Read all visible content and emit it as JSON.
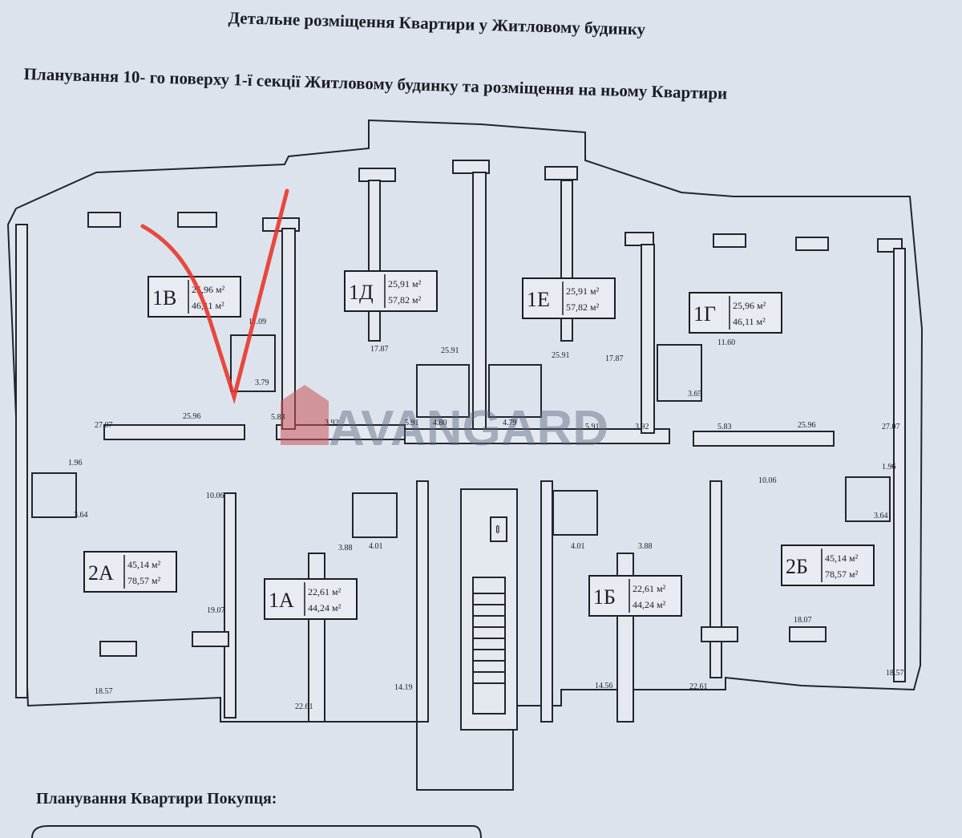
{
  "document": {
    "title": "Детальне розміщення Квартири у Житловому будинку",
    "subtitle": "Планування 10- го поверху 1-ї секції Житловому будинку та розміщення на ньому Квартири",
    "bottom_heading": "Планування Квартири Покупця:",
    "watermark": "AVANGARD"
  },
  "apartments": [
    {
      "name": "1В",
      "living": "25,96 м²",
      "total": "46,11 м²",
      "marked": true
    },
    {
      "name": "1Д",
      "living": "25,91 м²",
      "total": "57,82 м²"
    },
    {
      "name": "1Е",
      "living": "25,91 м²",
      "total": "57,82 м²"
    },
    {
      "name": "1Г",
      "living": "25,96 м²",
      "total": "46,11 м²"
    },
    {
      "name": "2А",
      "living": "45,14 м²",
      "total": "78,57 м²"
    },
    {
      "name": "1А",
      "living": "22,61 м²",
      "total": "44,24 м²"
    },
    {
      "name": "1Б",
      "living": "22,61 м²",
      "total": "44,24 м²"
    },
    {
      "name": "2Б",
      "living": "45,14 м²",
      "total": "78,57 м²"
    }
  ],
  "room_areas": [
    "11.09",
    "3.79",
    "27.07",
    "25.96",
    "5.83",
    "3.92",
    "17.87",
    "25.91",
    "5.91",
    "4.80",
    "4.79",
    "25.91",
    "17.87",
    "5.91",
    "3.92",
    "11.60",
    "3.65",
    "5.83",
    "25.96",
    "27.07",
    "1.96",
    "1.96",
    "10.06",
    "10.06",
    "3.64",
    "3.64",
    "3.88",
    "4.01",
    "4.01",
    "3.88",
    "19.07",
    "18.07",
    "18.57",
    "22.61",
    "14.19",
    "14.56",
    "22.61",
    "18.57"
  ],
  "colors": {
    "paper": "#dde3ec",
    "ink": "#1b1d24",
    "mark": "#e8362c",
    "watermark_logo": "#c9545a"
  }
}
